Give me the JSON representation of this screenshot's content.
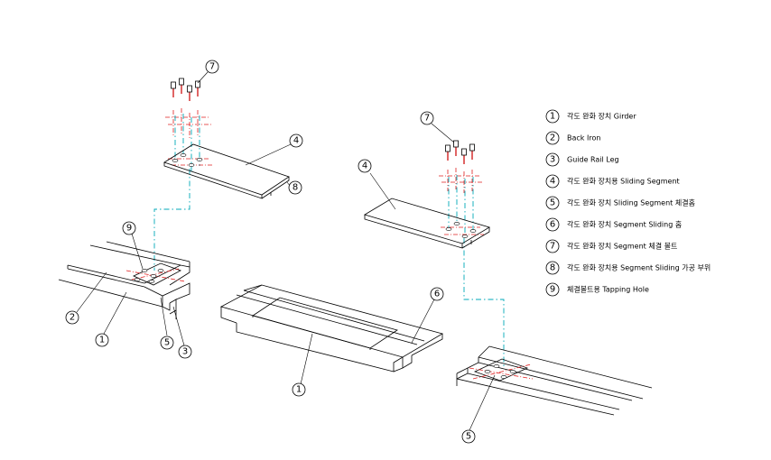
{
  "legend": [
    {
      "num": "1",
      "text": "각도 완화 장치 Girder"
    },
    {
      "num": "2",
      "text": "Back Iron"
    },
    {
      "num": "3",
      "text": "Guide Rail Leg"
    },
    {
      "num": "4",
      "text": "각도 완화 장치용 Sliding Segment"
    },
    {
      "num": "5",
      "text": "각도 완화 장치 Sliding Segment 체결홈"
    },
    {
      "num": "6",
      "text": "각도 완화 장치 Segment Sliding 홈"
    },
    {
      "num": "7",
      "text": "각도 완화 장치 Segment 체결 볼트"
    },
    {
      "num": "8",
      "text": "각도 완화 장치용 Segment Sliding 가공 부위"
    },
    {
      "num": "9",
      "text": "체결볼트용 Tapping Hole"
    }
  ],
  "callouts": {
    "left_bolts": "7",
    "left_segment": "4",
    "left_segment_edge": "8",
    "left_tapping_hole": "9",
    "left_back_iron": "2",
    "left_girder": "1",
    "left_groove": "5",
    "left_rail_leg": "3",
    "center_girder": "1",
    "center_sliding_groove": "6",
    "right_bolts": "7",
    "right_segment": "4",
    "right_groove": "5"
  },
  "colors": {
    "line": "#000000",
    "centerline_cyan": "#00a8b8",
    "centerline_red": "#e02020",
    "bolt_shank": "#d01010"
  }
}
